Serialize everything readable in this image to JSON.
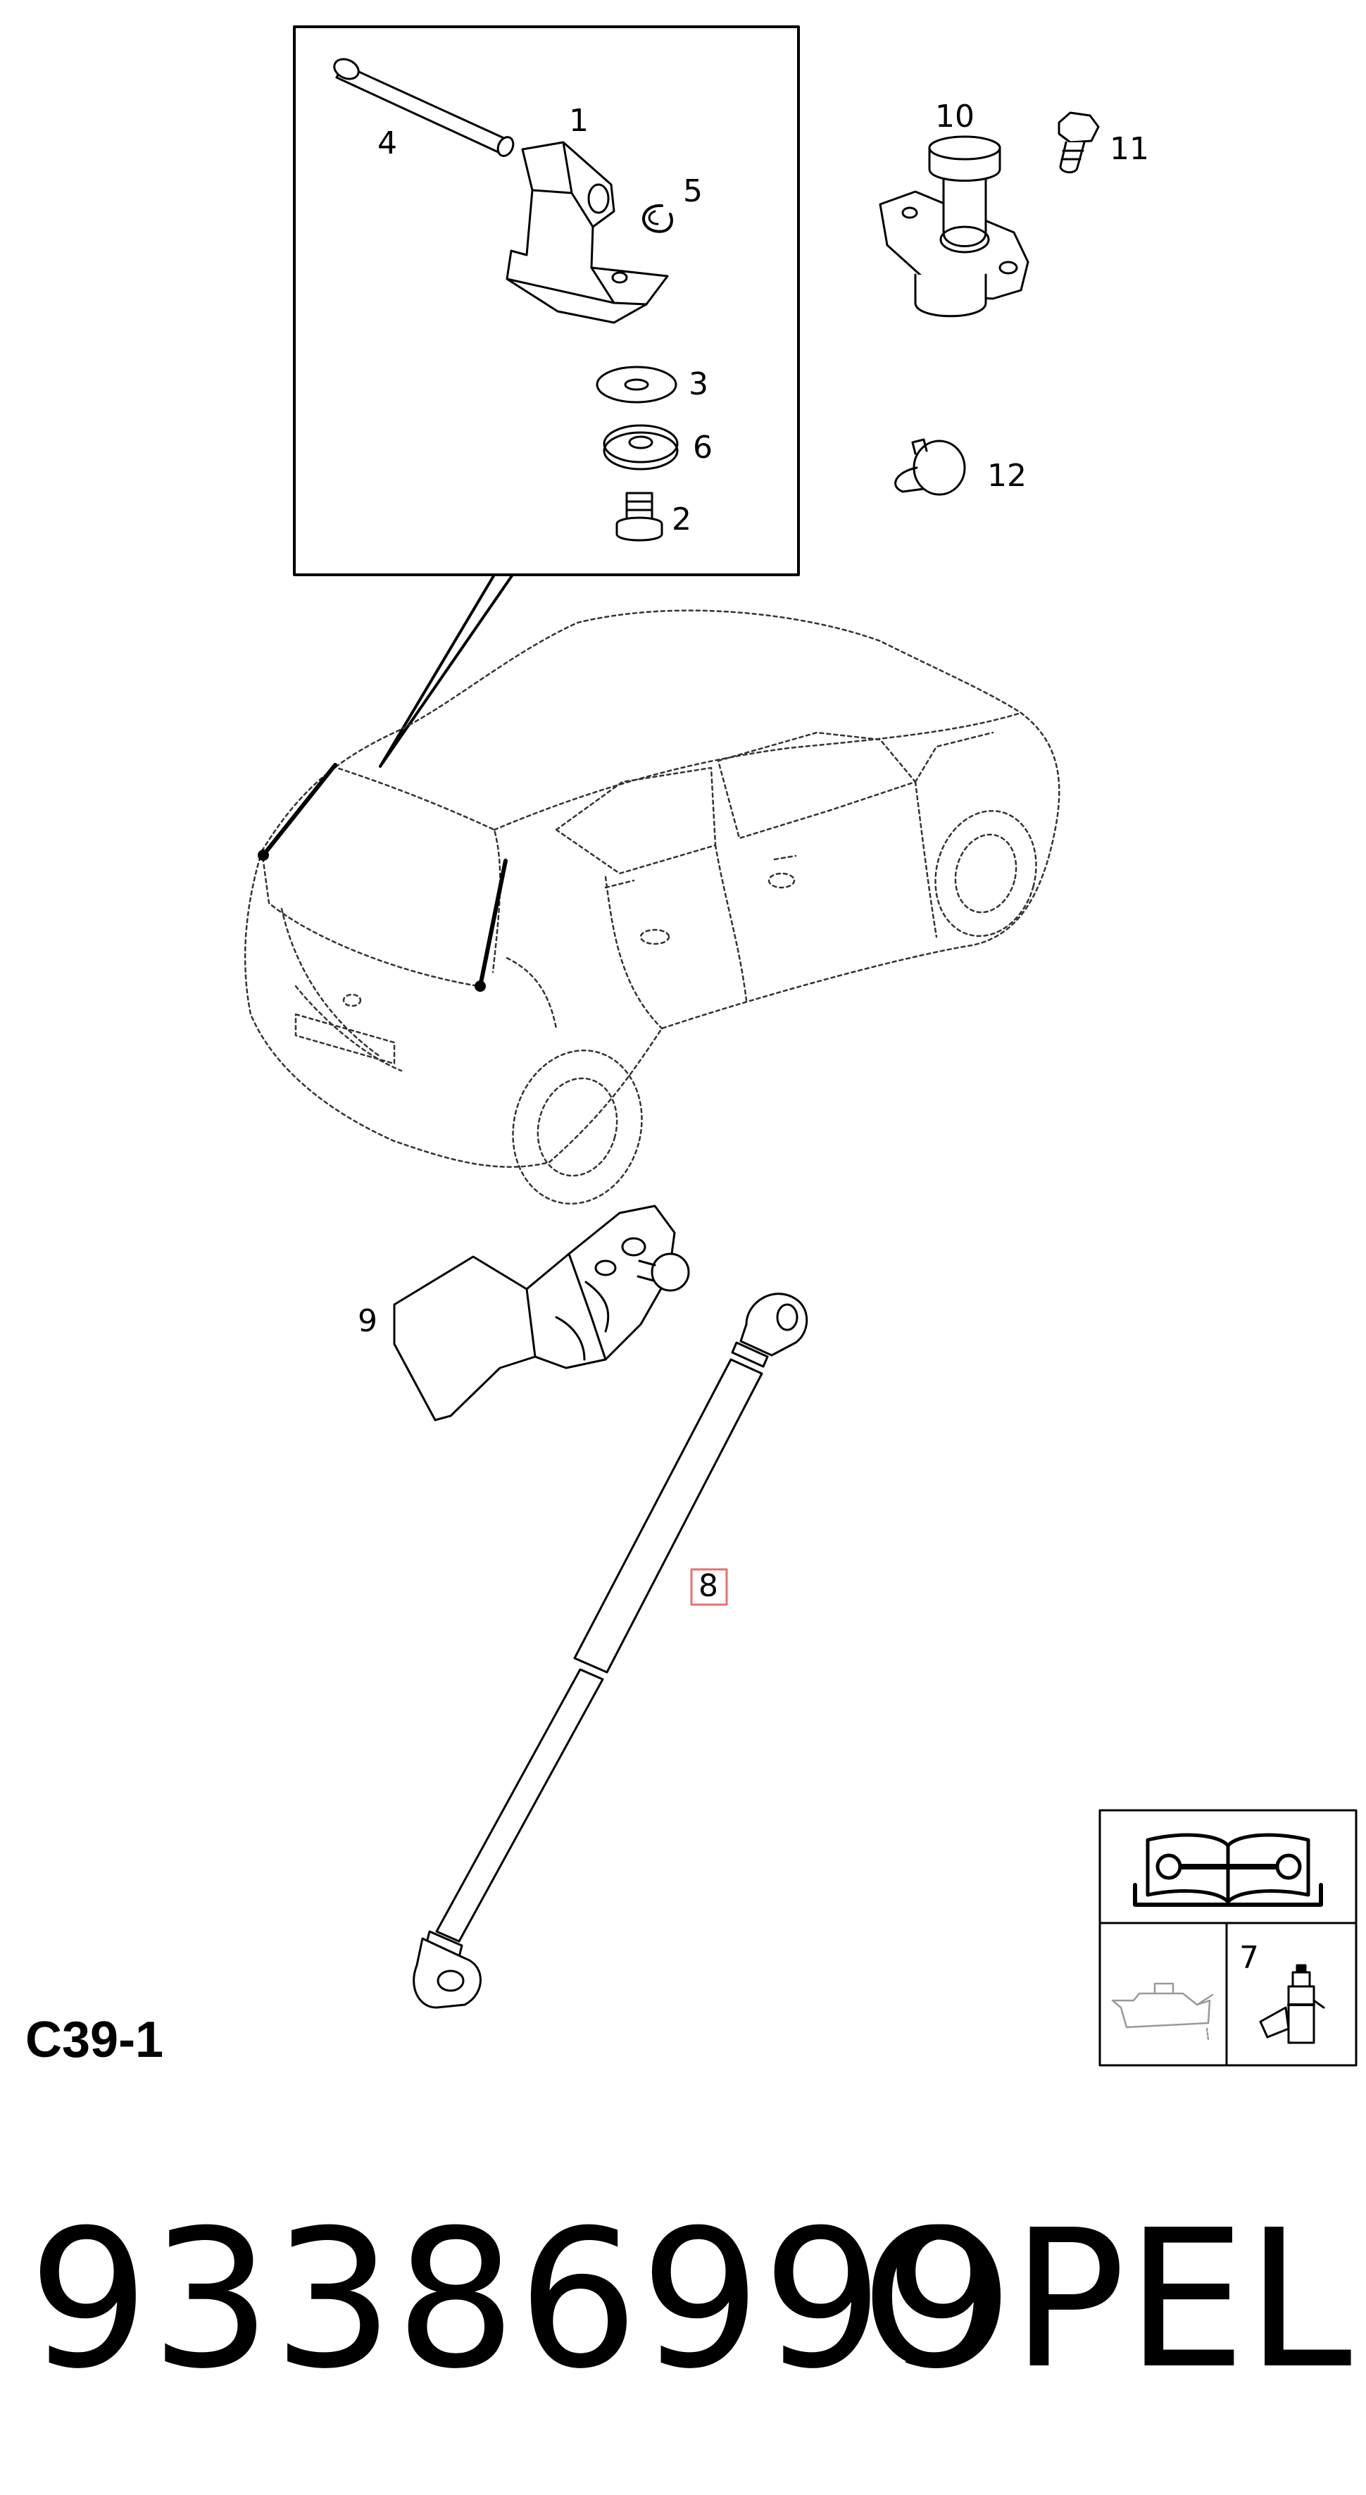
{
  "labels": {
    "p1": "1",
    "p2": "2",
    "p3": "3",
    "p4": "4",
    "p5": "5",
    "p6": "6",
    "p7": "7",
    "p8": "8",
    "p9": "9",
    "p10": "10",
    "p11": "11",
    "p12": "12"
  },
  "reference_code": "C39-1",
  "part_number": "93386999",
  "brand": "OPEL",
  "icons": [
    "repair-manual-icon",
    "oil-can-icon",
    "sealant-bottle-icon"
  ]
}
